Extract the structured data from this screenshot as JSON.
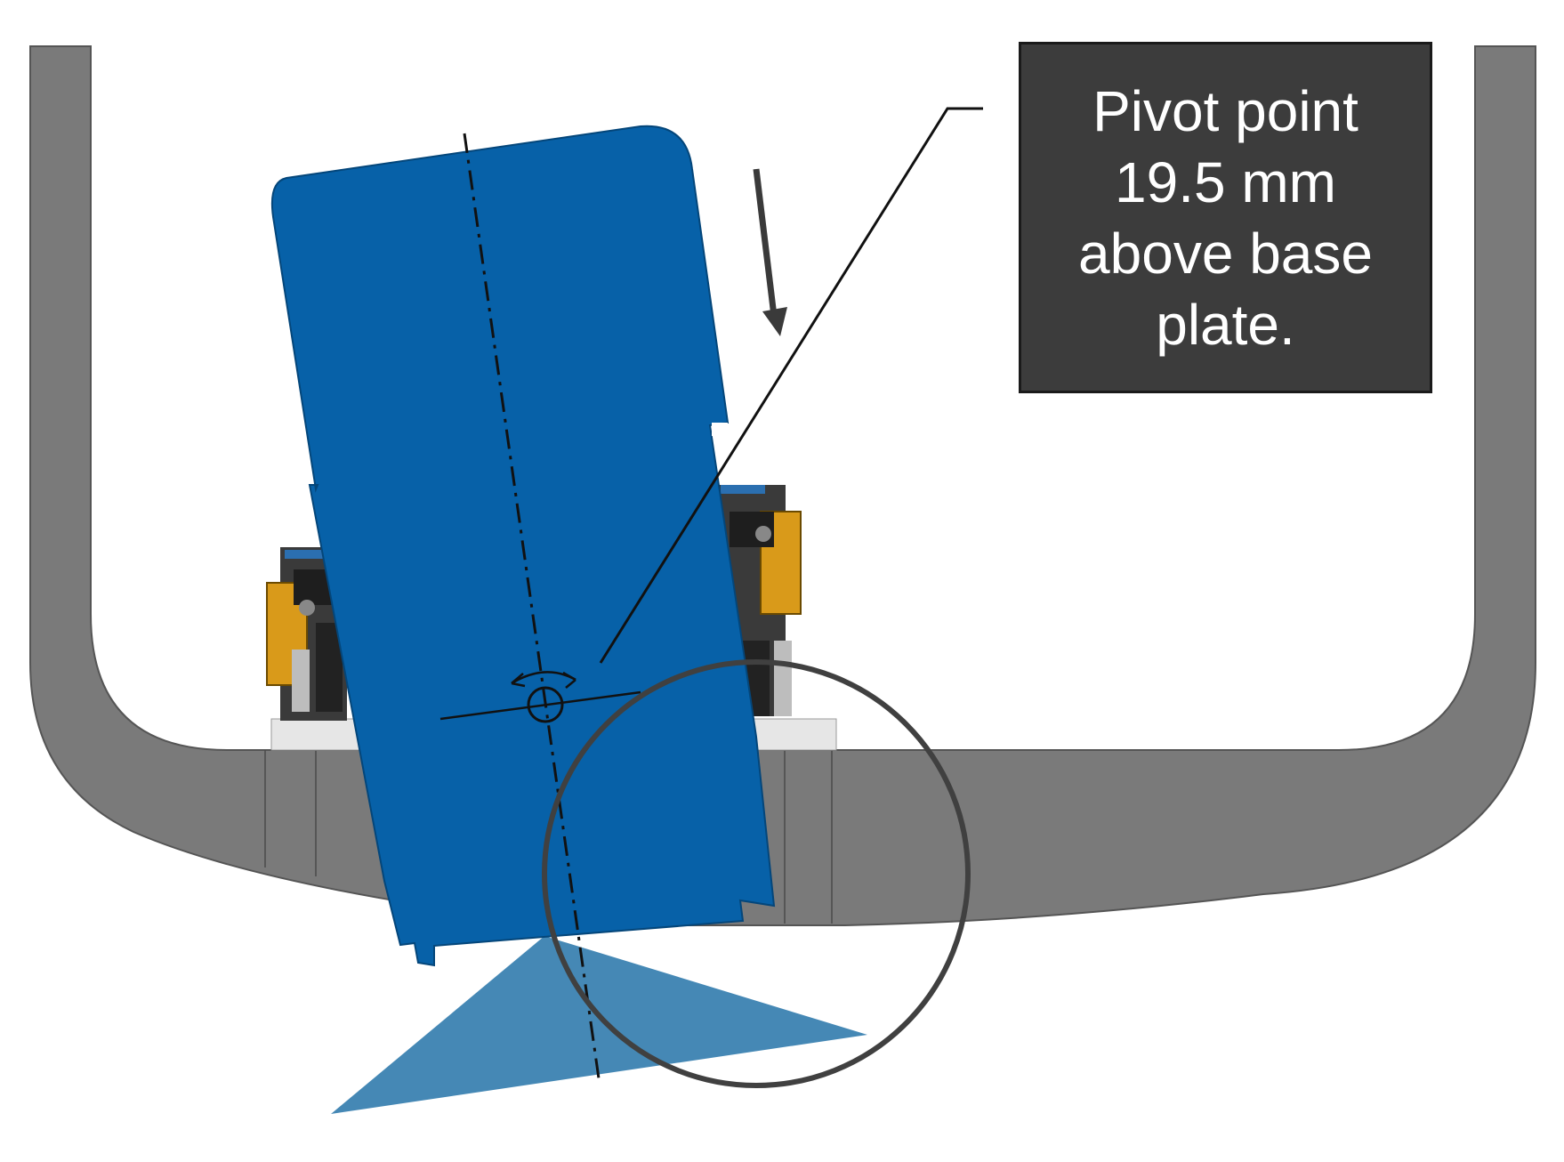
{
  "callout": {
    "lines": [
      "Pivot point",
      "19.5 mm",
      "above base",
      "plate."
    ]
  },
  "colors": {
    "frame": "#7a7a7a",
    "frame_edge": "#555555",
    "body_blue": "#0761a8",
    "beam_blue": "#3f84b3",
    "mechanism_dark": "#2b2b2b",
    "mechanism_yellow": "#d99a1a",
    "mount_light": "#e6e6e6",
    "circle": "#404040",
    "callout_bg": "#3c3c3c",
    "callout_text": "#ffffff"
  },
  "icons": [
    "pivot-point-marker",
    "rotation-arrow-icon",
    "direction-arrow-icon"
  ]
}
